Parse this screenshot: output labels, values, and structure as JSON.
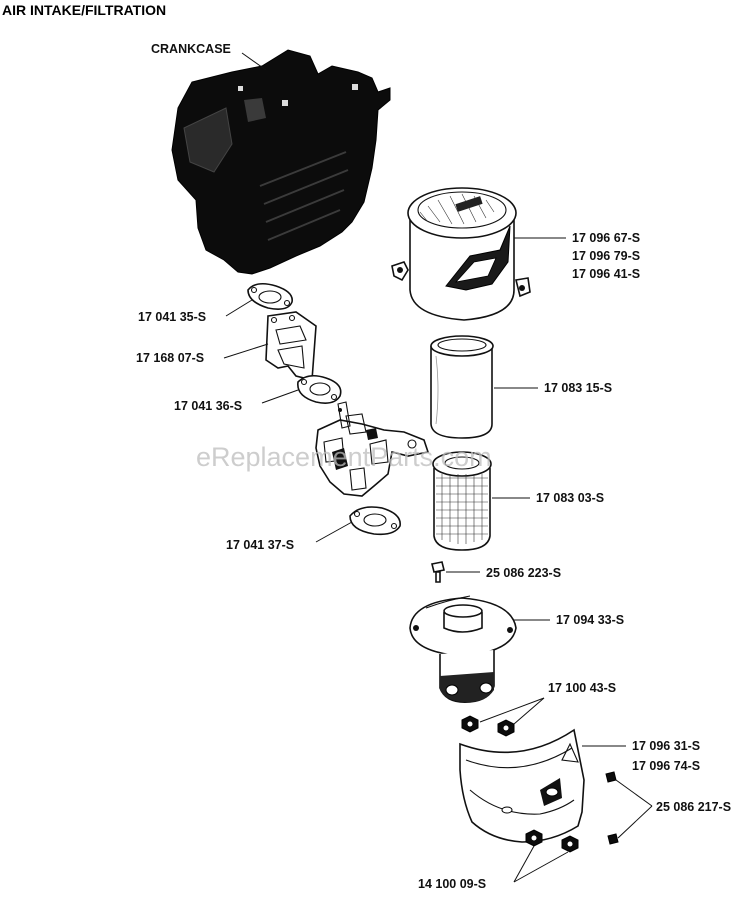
{
  "title": "AIR INTAKE/FILTRATION",
  "watermark": "eReplacementParts.com",
  "labels": {
    "crankcase": "CRANKCASE",
    "gasket_35": "17 041 35-S",
    "spacer_07": "17 168 07-S",
    "gasket_36": "17 041 36-S",
    "gasket_37": "17 041 37-S",
    "cover_67": "17 096 67-S",
    "cover_79": "17 096 79-S",
    "cover_41": "17 096 41-S",
    "precleaner_15": "17 083 15-S",
    "element_03": "17 083 03-S",
    "screw_223": "25 086 223-S",
    "base_33": "17 094 33-S",
    "nut_43": "17 100 43-S",
    "shroud_31": "17 096 31-S",
    "shroud_74": "17 096 74-S",
    "screw_217": "25 086 217-S",
    "nut_09": "14 100 09-S"
  }
}
